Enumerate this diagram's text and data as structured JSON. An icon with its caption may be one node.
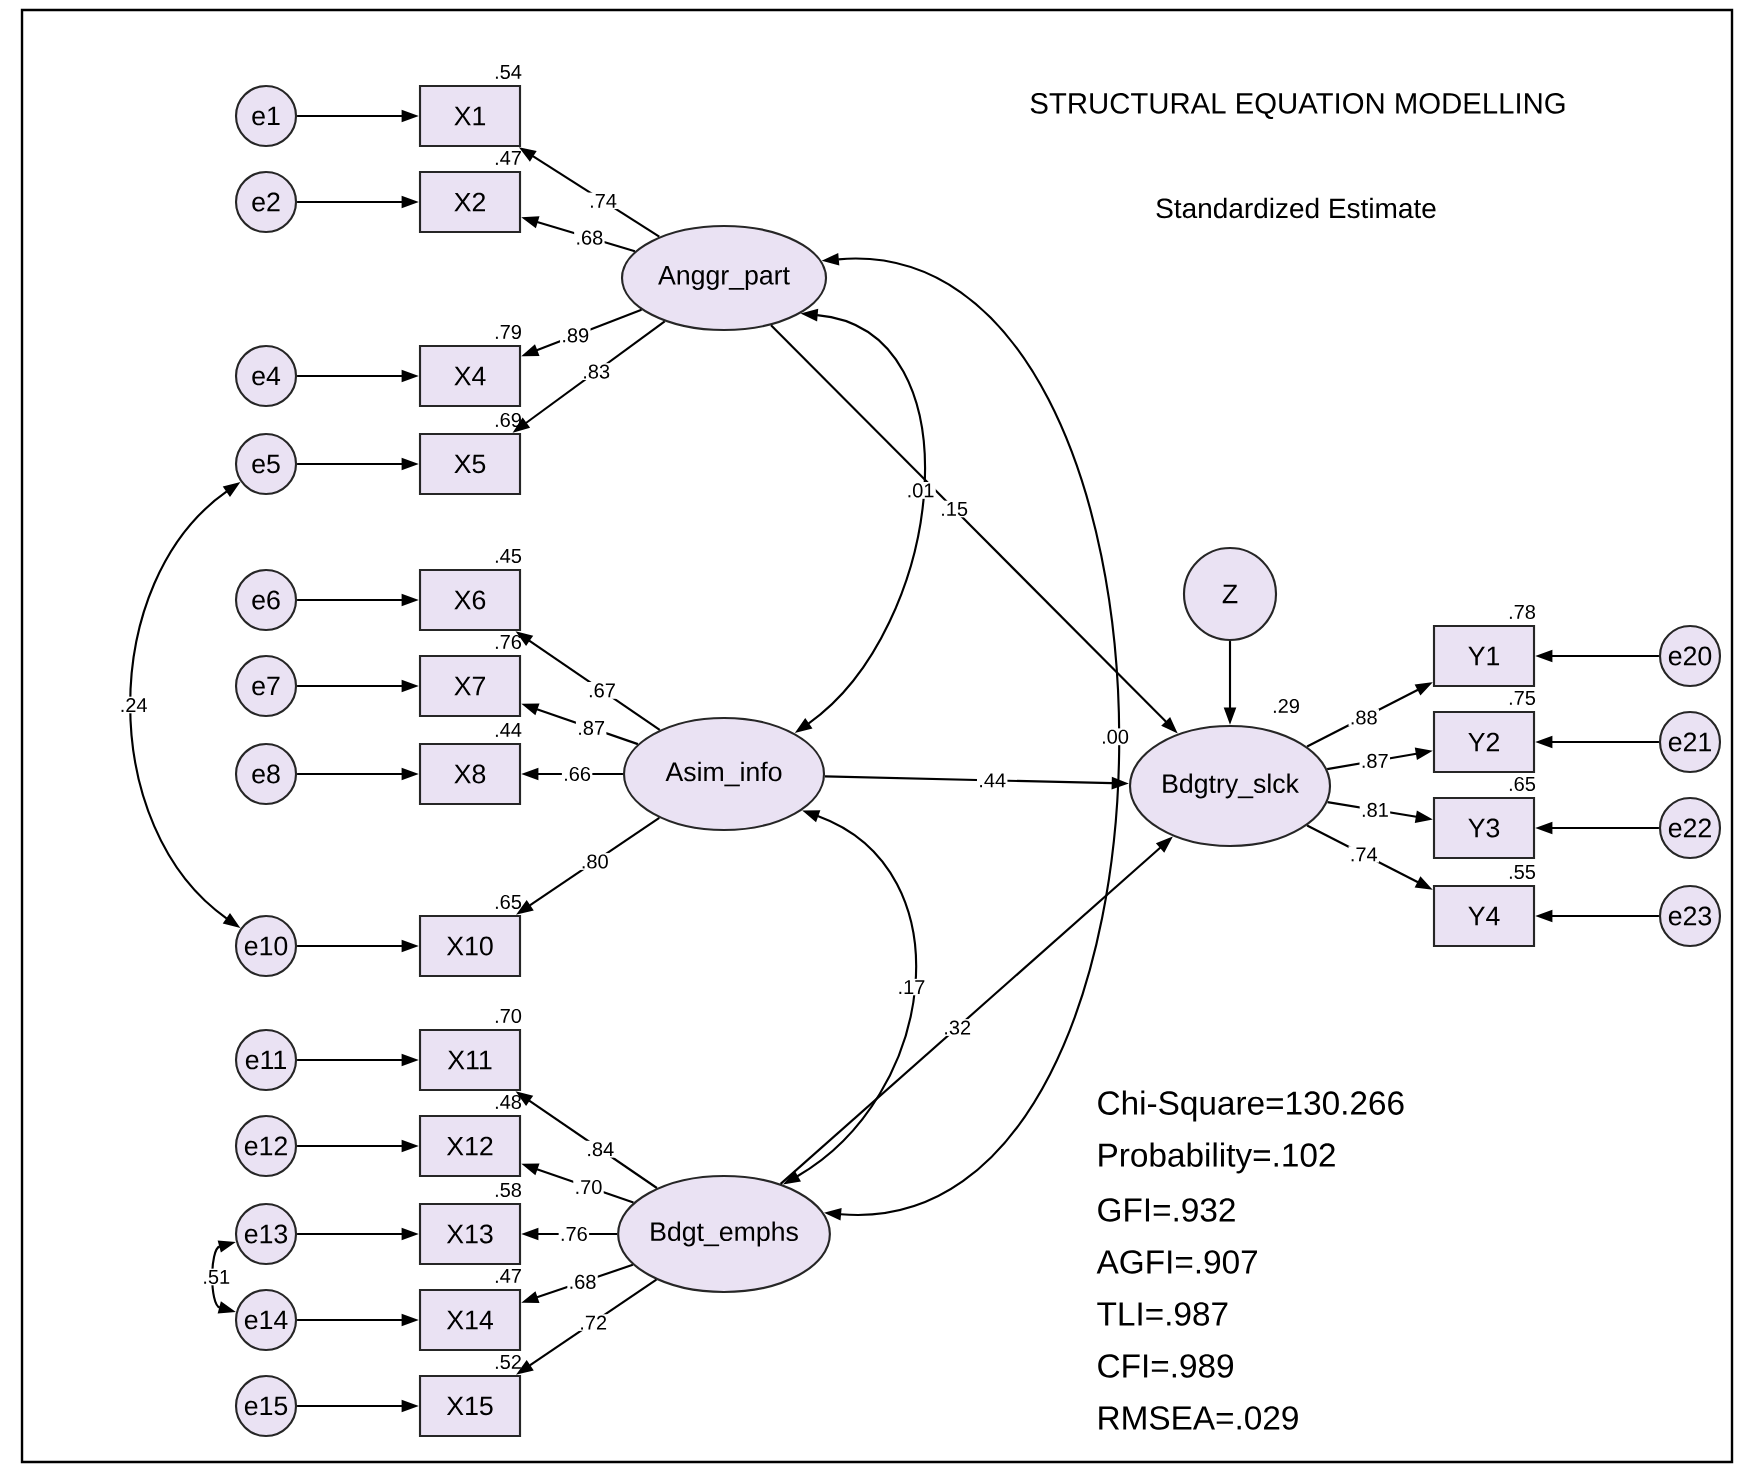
{
  "diagram": {
    "nodes": [
      {
        "text": [
          "Anggr_part"
        ]
      },
      {
        "text": [
          "Asim_info"
        ]
      },
      {
        "text": [
          "Bdgt_emphs"
        ]
      },
      {
        "text": [
          "Z"
        ]
      },
      {
        "text": [
          "Bdgtry_slck"
        ],
        "beside": [
          ".29"
        ]
      },
      {
        "text": [
          "X1"
        ]
      },
      {
        "text": [
          "X2"
        ]
      },
      {
        "text": [
          "X4"
        ]
      },
      {
        "text": [
          "X5"
        ]
      },
      {
        "text": [
          "X6"
        ]
      },
      {
        "text": [
          "X7"
        ]
      },
      {
        "text": [
          "X8"
        ]
      },
      {
        "text": [
          "X10"
        ]
      },
      {
        "text": [
          "X11"
        ]
      },
      {
        "text": [
          "X12"
        ]
      },
      {
        "text": [
          "X13"
        ]
      },
      {
        "text": [
          "X14"
        ]
      },
      {
        "text": [
          "X15"
        ]
      },
      {
        "text": [
          "e1"
        ]
      },
      {
        "text": [
          "e2"
        ]
      },
      {
        "text": [
          "e4"
        ]
      },
      {
        "text": [
          "e5"
        ]
      },
      {
        "text": [
          "e6"
        ]
      },
      {
        "text": [
          "e7"
        ]
      },
      {
        "text": [
          "e8"
        ]
      },
      {
        "text": [
          "e10"
        ]
      },
      {
        "text": [
          "e11"
        ]
      },
      {
        "text": [
          "e12"
        ]
      },
      {
        "text": [
          "e13"
        ]
      },
      {
        "text": [
          "e14"
        ]
      },
      {
        "text": [
          "e15"
        ]
      },
      {
        "text": [
          "Y1"
        ]
      },
      {
        "text": [
          "Y2"
        ]
      },
      {
        "text": [
          "Y3"
        ]
      },
      {
        "text": [
          "Y4"
        ]
      },
      {
        "text": [
          "e20"
        ]
      },
      {
        "text": [
          "e21"
        ]
      },
      {
        "text": [
          "e22"
        ]
      },
      {
        "text": [
          "e23"
        ]
      }
    ],
    "edges": [
      {
        "from": 18,
        "to": 5,
        "arrow": "to"
      },
      {
        "from": 19,
        "to": 6,
        "arrow": "to"
      },
      {
        "from": 20,
        "to": 7,
        "arrow": "to"
      },
      {
        "from": 21,
        "to": 8,
        "arrow": "to"
      },
      {
        "from": 22,
        "to": 9,
        "arrow": "to"
      },
      {
        "from": 23,
        "to": 10,
        "arrow": "to"
      },
      {
        "from": 24,
        "to": 11,
        "arrow": "to"
      },
      {
        "from": 25,
        "to": 12,
        "arrow": "to"
      },
      {
        "from": 26,
        "to": 13,
        "arrow": "to"
      },
      {
        "from": 27,
        "to": 14,
        "arrow": "to"
      },
      {
        "from": 28,
        "to": 15,
        "arrow": "to"
      },
      {
        "from": 29,
        "to": 16,
        "arrow": "to"
      },
      {
        "from": 30,
        "to": 17,
        "arrow": "to"
      },
      {
        "from": 0,
        "to": 5,
        "arrow": "to",
        "label": ".74"
      },
      {
        "from": 0,
        "to": 6,
        "arrow": "to",
        "label": ".68"
      },
      {
        "from": 0,
        "to": 7,
        "arrow": "to",
        "label": ".89"
      },
      {
        "from": 0,
        "to": 8,
        "arrow": "to",
        "label": ".83"
      },
      {
        "from": 1,
        "to": 9,
        "arrow": "to",
        "label": ".67"
      },
      {
        "from": 1,
        "to": 10,
        "arrow": "to",
        "label": ".87"
      },
      {
        "from": 1,
        "to": 11,
        "arrow": "to",
        "label": ".66"
      },
      {
        "from": 1,
        "to": 12,
        "arrow": "to",
        "label": ".80"
      },
      {
        "from": 2,
        "to": 13,
        "arrow": "to",
        "label": ".84"
      },
      {
        "from": 2,
        "to": 14,
        "arrow": "to",
        "label": ".70"
      },
      {
        "from": 2,
        "to": 15,
        "arrow": "to",
        "label": ".76"
      },
      {
        "from": 2,
        "to": 16,
        "arrow": "to",
        "label": ".68"
      },
      {
        "from": 2,
        "to": 17,
        "arrow": "to",
        "label": ".72"
      },
      {
        "from": 3,
        "to": 4,
        "arrow": "to"
      },
      {
        "from": 0,
        "to": 4,
        "arrow": "to",
        "label": ".15"
      },
      {
        "from": 1,
        "to": 4,
        "arrow": "to",
        "label": ".44"
      },
      {
        "from": 2,
        "to": 4,
        "arrow": "to",
        "label": ".32"
      },
      {
        "from": 0,
        "to": 1,
        "arrow": "both",
        "label": ".01"
      },
      {
        "from": 0,
        "to": 2,
        "arrow": "both",
        "label": ".00"
      },
      {
        "from": 1,
        "to": 2,
        "arrow": "both",
        "label": ".17"
      },
      {
        "from": 21,
        "to": 25,
        "arrow": "both",
        "label": ".24"
      },
      {
        "from": 28,
        "to": 29,
        "arrow": "both",
        "label": ".51"
      },
      {
        "from": 4,
        "to": 31,
        "arrow": "to",
        "label": ".88"
      },
      {
        "from": 4,
        "to": 32,
        "arrow": "to",
        "label": ".87"
      },
      {
        "from": 4,
        "to": 33,
        "arrow": "to",
        "label": ".81"
      },
      {
        "from": 4,
        "to": 34,
        "arrow": "to",
        "label": ".74"
      },
      {
        "from": 35,
        "to": 31,
        "arrow": "to"
      },
      {
        "from": 36,
        "to": 32,
        "arrow": "to"
      },
      {
        "from": 37,
        "to": 33,
        "arrow": "to"
      },
      {
        "from": 38,
        "to": 34,
        "arrow": "to"
      }
    ],
    "labels": [
      "STRUCTURAL EQUATION MODELLING",
      "Standardized Estimate",
      "Chi-Square=130.266",
      "Probability=.102",
      "GFI=.932",
      "AGFI=.907",
      "TLI=.987",
      "CFI=.989",
      "RMSEA=.029",
      ".54",
      ".47",
      ".79",
      ".69",
      ".45",
      ".76",
      ".44",
      ".65",
      ".70",
      ".48",
      ".58",
      ".47",
      ".52",
      ".78",
      ".75",
      ".65",
      ".55"
    ]
  }
}
